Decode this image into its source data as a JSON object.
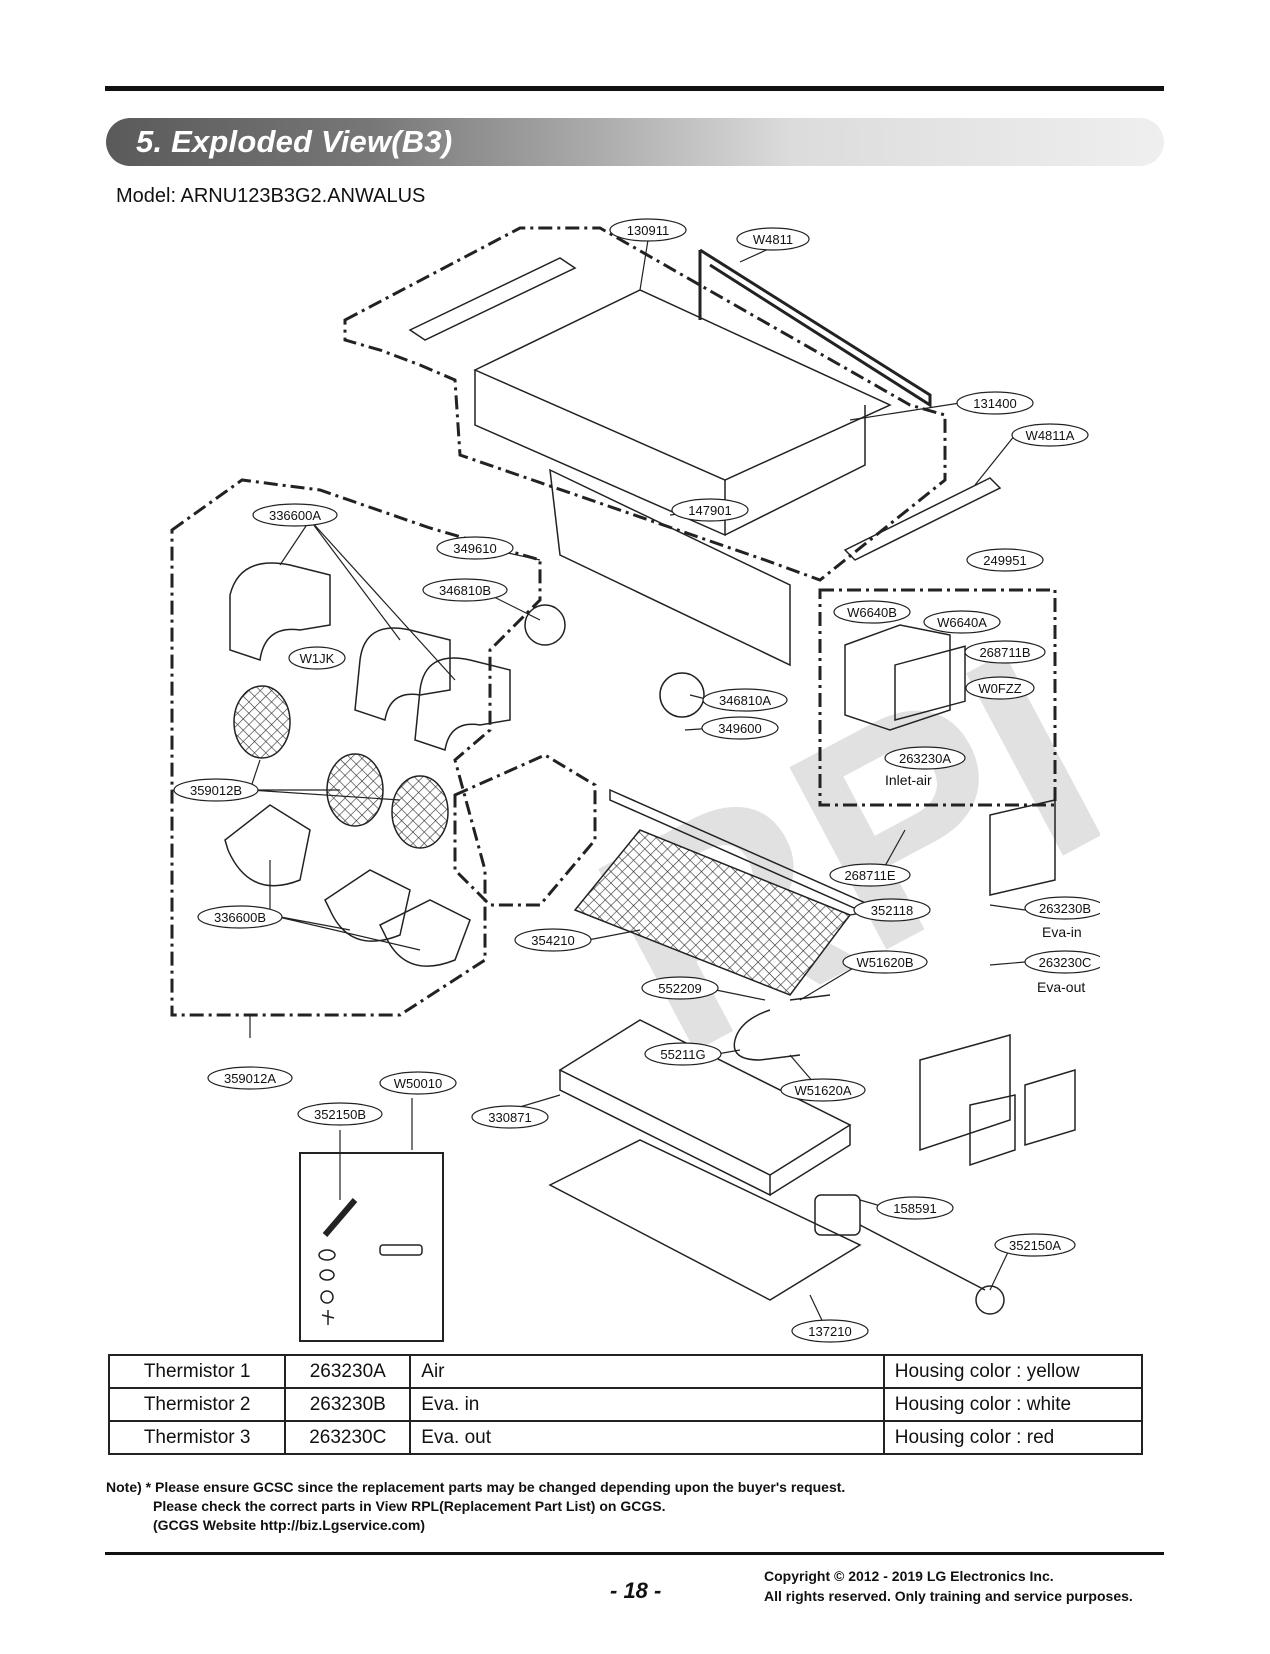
{
  "header": {
    "title": "5. Exploded View(B3)",
    "model": "Model: ARNU123B3G2.ANWALUS"
  },
  "diagram": {
    "watermark": "RPI",
    "callouts": {
      "p130911": "130911",
      "pW4811": "W4811",
      "p131400": "131400",
      "pW4811A": "W4811A",
      "p147901": "147901",
      "p336600A": "336600A",
      "p349610": "349610",
      "p346810B": "346810B",
      "pW1JK": "W1JK",
      "p346810A": "346810A",
      "p349600": "349600",
      "p359012B": "359012B",
      "p336600B": "336600B",
      "p249951": "249951",
      "pW6640B": "W6640B",
      "pW6640A": "W6640A",
      "p268711B": "268711B",
      "pW0FZZ": "W0FZZ",
      "p263230A": "263230A",
      "p268711E": "268711E",
      "p352118": "352118",
      "p263230B": "263230B",
      "p354210": "354210",
      "pW51620B": "W51620B",
      "p263230C": "263230C",
      "p552209": "552209",
      "p55211G": "55211G",
      "pW51620A": "W51620A",
      "p359012A": "359012A",
      "pW50010": "W50010",
      "p352150B": "352150B",
      "p330871": "330871",
      "p158591": "158591",
      "p352150A": "352150A",
      "p137210": "137210"
    },
    "labels": {
      "inlet_air": "Inlet-air",
      "eva_in": "Eva-in",
      "eva_out": "Eva-out"
    }
  },
  "thermistor_table": {
    "rows": [
      [
        "Thermistor 1",
        "263230A",
        "Air",
        "Housing color : yellow"
      ],
      [
        "Thermistor 2",
        "263230B",
        "Eva. in",
        "Housing color : white"
      ],
      [
        "Thermistor 3",
        "263230C",
        "Eva. out",
        "Housing color : red"
      ]
    ]
  },
  "note": {
    "line1": "Note) * Please ensure GCSC since the replacement parts may be changed depending upon the buyer's request.",
    "line2": "Please check the correct parts in View RPL(Replacement Part List) on GCGS.",
    "line3": "(GCGS Website http://biz.Lgservice.com)"
  },
  "footer": {
    "page": "- 18 -",
    "copyright1": "Copyright © 2012 - 2019 LG Electronics Inc.",
    "copyright2": "All rights reserved. Only training and service purposes."
  }
}
